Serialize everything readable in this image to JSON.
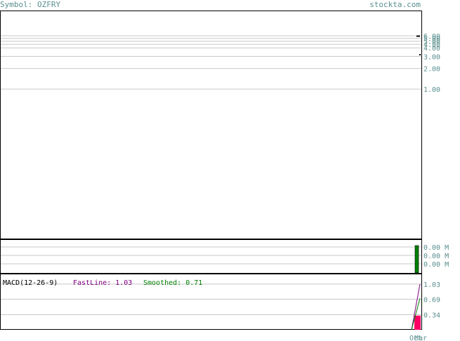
{
  "header": {
    "symbol_label": "Symbol: OZFRY",
    "site": "stockta.com"
  },
  "colors": {
    "axis_text": "#5b8f8f",
    "grid": "#c8c8c8",
    "volume_bar": "#008000",
    "fastline": "#800080",
    "smoothed": "#008000",
    "histogram": "#ff0066"
  },
  "chart_data": [
    {
      "type": "line",
      "panel": "price",
      "scale": "log",
      "y_tick_labels": [
        "6.00",
        "5.00",
        "5.00",
        "4.00",
        "4.00",
        "3.00",
        "2.00",
        "1.00"
      ],
      "y_ticks": [
        6,
        5.5,
        5,
        4.5,
        4,
        3,
        2,
        1
      ],
      "grid": true
    },
    {
      "type": "bar",
      "panel": "volume",
      "y_tick_labels": [
        "0.00 M",
        "0.00 M",
        "0.00 M"
      ],
      "grid": true
    },
    {
      "type": "line",
      "panel": "macd",
      "title": "MACD(12-26-9)",
      "fastline_label": "FastLine: 1.03",
      "smoothed_label": "Smoothed: 0.71",
      "y_tick_labels": [
        "1.03",
        "0.69",
        "0.34"
      ],
      "y_ticks": [
        1.03,
        0.69,
        0.34
      ],
      "ylim": [
        0,
        1.25
      ],
      "series": [
        {
          "name": "FastLine",
          "values": [
            0.0,
            1.03
          ]
        },
        {
          "name": "Smoothed",
          "values": [
            0.0,
            0.71
          ]
        }
      ],
      "histogram": [
        0.32
      ],
      "x_tick_labels": [
        "Oct",
        "Mar"
      ],
      "grid": true
    }
  ]
}
